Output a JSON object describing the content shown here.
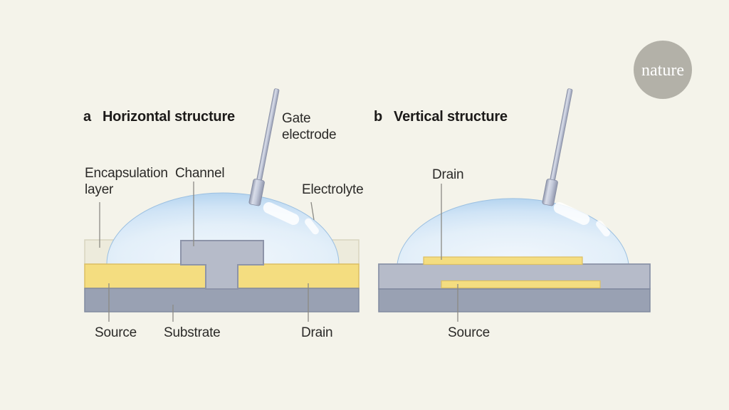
{
  "figure": {
    "description": "Schematic comparison of organic electrochemical transistor geometries"
  },
  "logo": {
    "text": "nature"
  },
  "panels": [
    {
      "letter": "a",
      "title": "Horizontal structure",
      "labels": {
        "gate_electrode": "Gate electrode",
        "encapsulation_layer": "Encapsulation layer",
        "channel": "Channel",
        "electrolyte": "Electrolyte",
        "source": "Source",
        "substrate": "Substrate",
        "drain": "Drain"
      }
    },
    {
      "letter": "b",
      "title": "Vertical structure",
      "labels": {
        "drain": "Drain",
        "source": "Source"
      }
    }
  ],
  "colors": {
    "background": "#f4f3ea",
    "title_ink": "#1c1a19",
    "label_ink": "#2b2a28",
    "leader_line": "#8b8a84",
    "encap_fill": "#edebdc",
    "encap_stroke": "#d8d4bf",
    "metal_yellow_fill": "#f4dd80",
    "metal_yellow_stroke": "#dcbf63",
    "substrate_fill": "#99a1b3",
    "substrate_stroke": "#818ba0",
    "channel_fill": "#b6bbc9",
    "channel_stroke": "#8d94a9",
    "droplet_edge": "#a2c6e7",
    "droplet_stroke": "#9cc0e1",
    "rod_stroke": "#868da3",
    "logo_gray": "#b3b1a8",
    "logo_text": "#ffffff"
  }
}
